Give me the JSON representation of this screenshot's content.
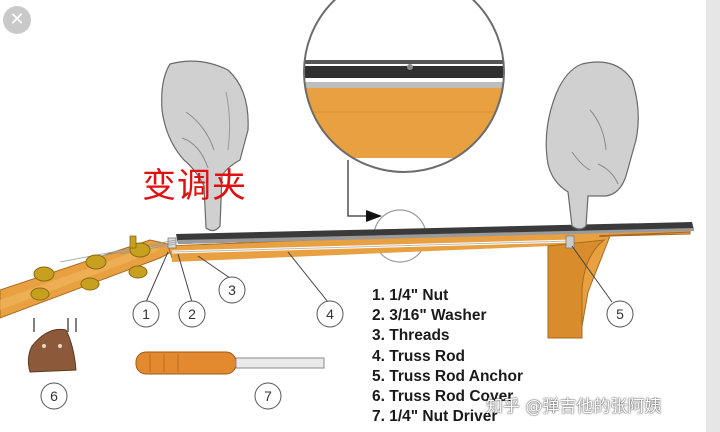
{
  "annotation_label": "变调夹",
  "legend": [
    "1. 1/4\" Nut",
    "2. 3/16\" Washer",
    "3. Threads",
    "4. Truss Rod",
    "5. Truss Rod Anchor",
    "6. Truss Rod Cover",
    "7. 1/4\" Nut Driver"
  ],
  "callouts": [
    "1",
    "2",
    "3",
    "4",
    "5",
    "6",
    "7"
  ],
  "watermark": "知乎 @弹吉他的张阿姨",
  "close_icon": "close-icon",
  "colors": {
    "wood_orange": "#e8a040",
    "wood_dark": "#c57a1e",
    "fretboard": "#3a3a3a",
    "hand_gray": "#d0d0d0",
    "label_red": "#e01010",
    "tuner_gold": "#c8a020"
  }
}
